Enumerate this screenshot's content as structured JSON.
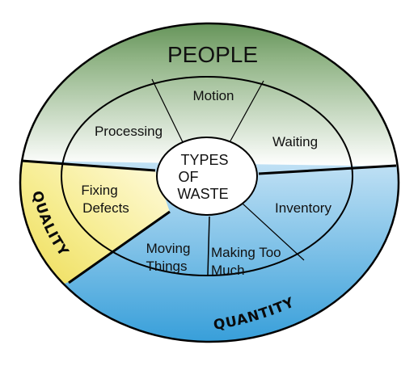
{
  "diagram": {
    "outer_labels": {
      "people": "PEOPLE",
      "quality": "QUALITY",
      "quantity": "QUANTITY"
    },
    "center": {
      "line1": "TYPES",
      "line2": "OF",
      "line3": "WASTE"
    },
    "segments": {
      "motion": {
        "line1": "Motion"
      },
      "processing": {
        "line1": "Processing"
      },
      "waiting": {
        "line1": "Waiting"
      },
      "fixing_defects": {
        "line1": "Fixing",
        "line2": "Defects"
      },
      "inventory": {
        "line1": "Inventory"
      },
      "moving_things": {
        "line1": "Moving",
        "line2": "Things"
      },
      "making_too_much": {
        "line1": "Making Too",
        "line2": "Much"
      }
    },
    "colors": {
      "people_green": "#4a7f3e",
      "quality_yellow": "#efe25a",
      "quantity_blue": "#2b9ad8",
      "outline": "#000000"
    }
  }
}
